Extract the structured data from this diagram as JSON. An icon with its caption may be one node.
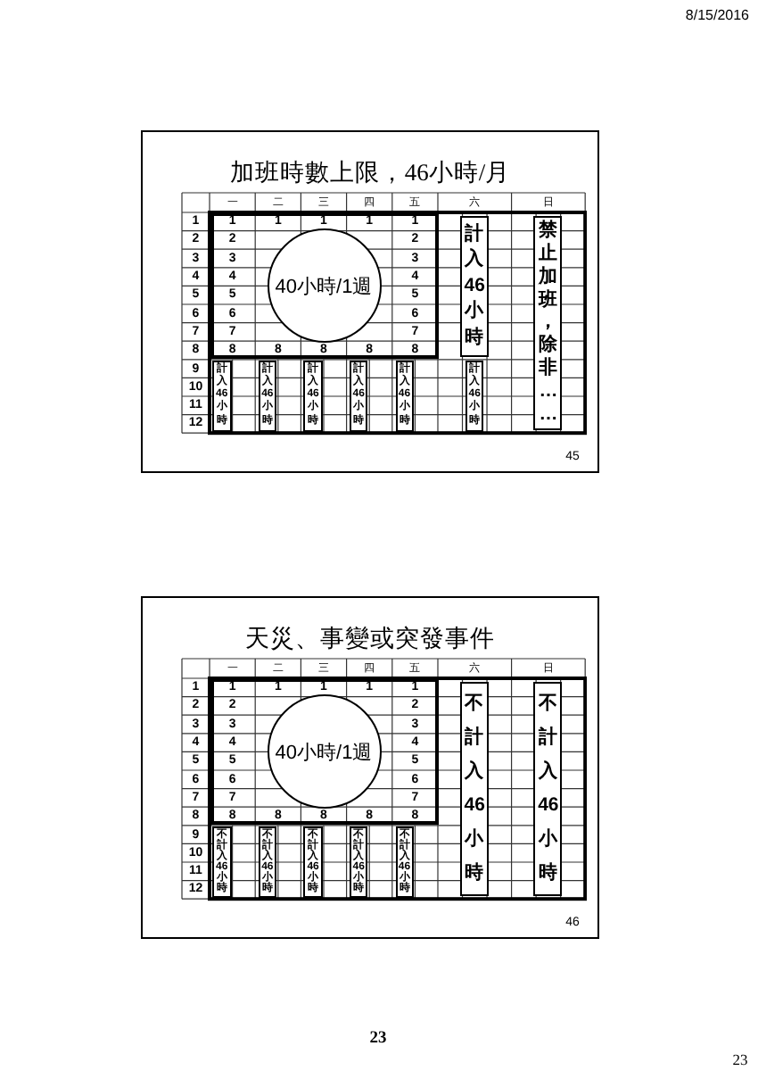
{
  "diagram": {
    "nodes": [
      {
        "text": [
          "加班時數上限，46小時/月",
          "45"
        ]
      },
      {
        "text": [],
        "shape": "box",
        "in": 0
      },
      {
        "text": [
          "40小時/1週"
        ],
        "in": 1
      },
      {
        "text": [
          "計入46小時"
        ],
        "in": 0
      },
      {
        "text": [
          "禁止加班，除非……"
        ],
        "in": 0
      },
      {
        "text": [
          "計入46小時"
        ],
        "in": 0
      },
      {
        "text": [
          "計入46小時"
        ],
        "in": 0
      },
      {
        "text": [
          "計入46小時"
        ],
        "in": 0
      },
      {
        "text": [
          "計入46小時"
        ],
        "in": 0
      },
      {
        "text": [
          "計入46小時"
        ],
        "in": 0
      },
      {
        "text": [
          "計入46小時"
        ],
        "in": 0
      },
      {
        "text": [
          "天災、事變或突發事件",
          "46"
        ]
      },
      {
        "text": [],
        "shape": "box",
        "in": 11
      },
      {
        "text": [
          "40小時/1週"
        ],
        "in": 12
      },
      {
        "text": [
          "不計入46小時"
        ],
        "in": 11
      },
      {
        "text": [
          "不計入46小時"
        ],
        "in": 11
      },
      {
        "text": [
          "不計入46小時"
        ],
        "in": 11
      },
      {
        "text": [
          "不計入46小時"
        ],
        "in": 11
      },
      {
        "text": [
          "不計入46小時"
        ],
        "in": 11
      },
      {
        "text": [
          "不計入46小時"
        ],
        "in": 11
      },
      {
        "text": [
          "不計入46小時"
        ],
        "in": 11
      }
    ],
    "labels": [
      "8/15/2016",
      "一",
      "二",
      "三",
      "四",
      "五",
      "六",
      "日",
      "1",
      "1",
      "1",
      "1",
      "1",
      "1",
      "2",
      "2",
      "2",
      "3",
      "3",
      "3",
      "4",
      "4",
      "4",
      "5",
      "5",
      "5",
      "6",
      "6",
      "6",
      "7",
      "7",
      "7",
      "8",
      "8",
      "8",
      "8",
      "8",
      "8",
      "9",
      "10",
      "11",
      "12",
      "一",
      "二",
      "三",
      "四",
      "五",
      "六",
      "日",
      "1",
      "1",
      "1",
      "1",
      "1",
      "1",
      "2",
      "2",
      "2",
      "3",
      "3",
      "3",
      "4",
      "4",
      "4",
      "5",
      "5",
      "5",
      "6",
      "6",
      "6",
      "7",
      "7",
      "7",
      "8",
      "8",
      "8",
      "8",
      "8",
      "8",
      "9",
      "10",
      "11",
      "12",
      "23",
      "23"
    ]
  }
}
